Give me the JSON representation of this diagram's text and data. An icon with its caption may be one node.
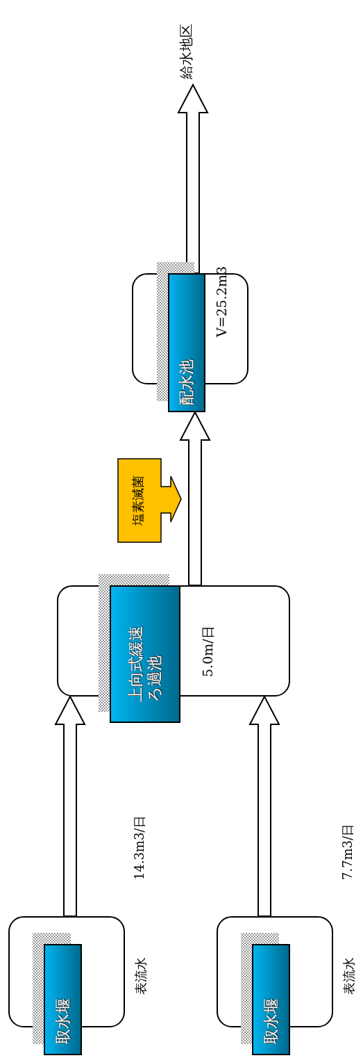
{
  "diagram": {
    "nodes": [
      {
        "text": [],
        "shape": "box",
        "beside": [
          "表流水",
          "14.3m3/日"
        ]
      },
      {
        "text": [
          "取水堰"
        ]
      },
      {
        "text": [],
        "shape": "box",
        "beside": [
          "表流水",
          "7.7m3/日"
        ]
      },
      {
        "text": [
          "取水堰"
        ]
      },
      {
        "text": [
          "5.0m/日"
        ]
      },
      {
        "text": [
          "上向式緩速ろ過池"
        ]
      },
      {
        "text": [
          "塩素滅菌"
        ]
      },
      {
        "text": [
          "V=25.2m3"
        ]
      },
      {
        "text": [
          "配水池"
        ]
      },
      {
        "text": [
          "給水地区"
        ]
      }
    ],
    "edges": [
      {
        "from": 0,
        "to": 4,
        "arrow": "to"
      },
      {
        "from": 2,
        "to": 4,
        "arrow": "to"
      },
      {
        "from": 4,
        "to": 8,
        "arrow": "to"
      },
      {
        "from": 8,
        "to": 9,
        "arrow": "to"
      }
    ]
  }
}
